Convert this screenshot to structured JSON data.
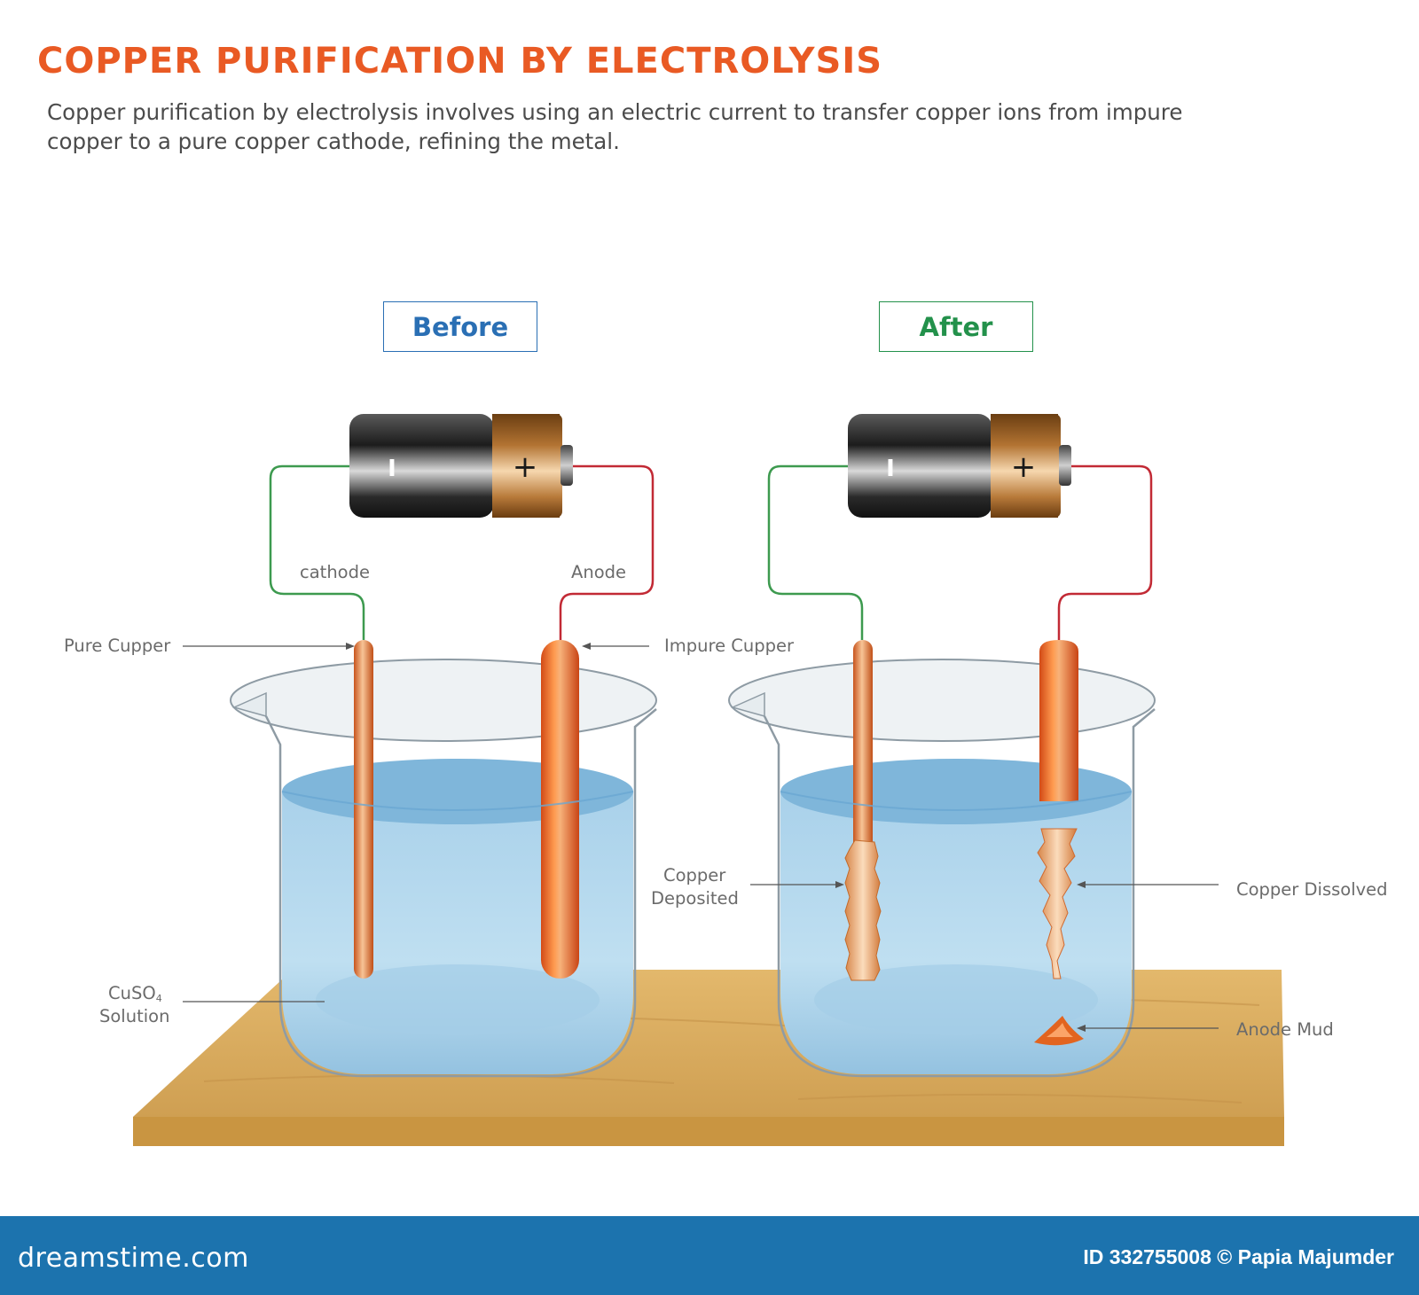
{
  "header": {
    "title": "COPPER PURIFICATION BY ELECTROLYSIS",
    "description": "Copper purification by electrolysis involves using an electric current to transfer copper ions from impure copper to a pure copper cathode, refining the metal."
  },
  "stages": {
    "before": "Before",
    "after": "After"
  },
  "battery": {
    "negative_symbol": "I",
    "positive_symbol": "+"
  },
  "labels": {
    "cathode": "cathode",
    "anode": "Anode",
    "pure_copper": "Pure Cupper",
    "impure_copper": "Impure Cupper",
    "cuso4_formula": "CuSO",
    "cuso4_subscript": "4",
    "cuso4_solution": "Solution",
    "copper_deposited_line1": "Copper",
    "copper_deposited_line2": "Deposited",
    "copper_dissolved": "Copper Dissolved",
    "anode_mud": "Anode Mud"
  },
  "footer": {
    "logo": "dreamstime.com",
    "credit": "ID 332755008 © Papia Majumder"
  },
  "colors": {
    "title": "#e95a24",
    "before_accent": "#2a6fb4",
    "after_accent": "#23914b",
    "wire_negative": "#3d9a4f",
    "wire_positive": "#c22a35",
    "copper": "#e0742f",
    "solution": "#9cc8e4",
    "table": "#d9ac5f",
    "footer_bg": "#1c73ae"
  }
}
